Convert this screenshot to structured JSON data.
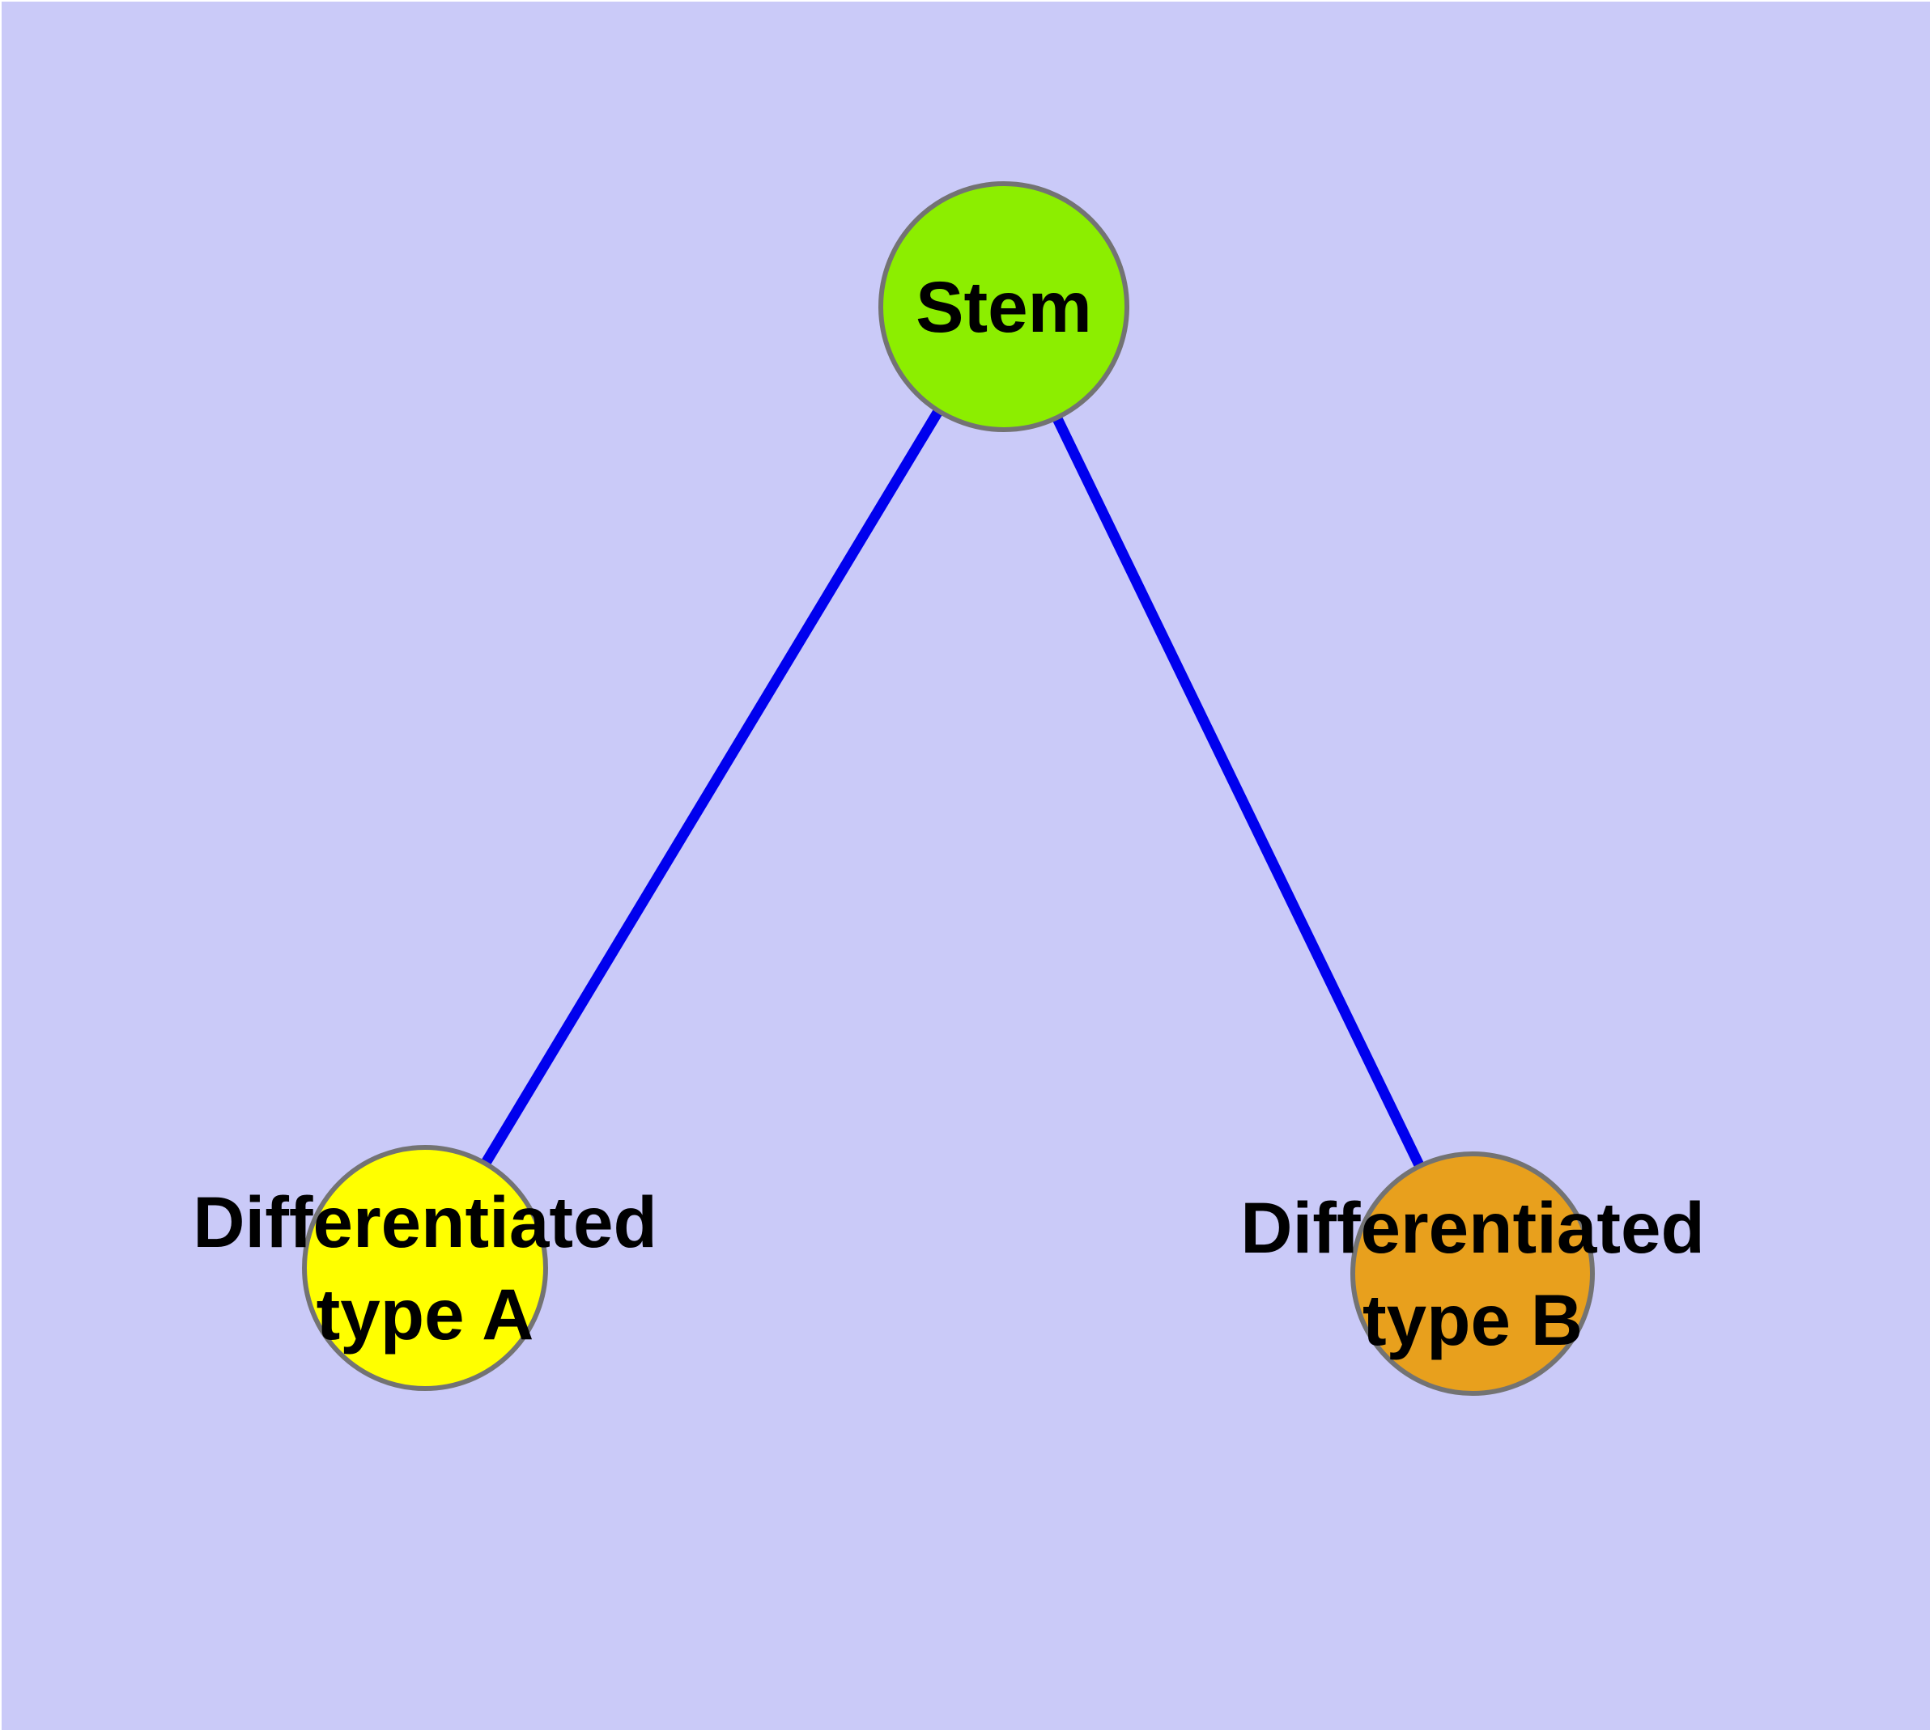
{
  "diagram": {
    "background_color": "#CACAF8",
    "edge_color": "#0000EE",
    "node_border_color": "#737373",
    "label_color": "#000000",
    "nodes": [
      {
        "id": "stem",
        "label": "Stem",
        "label_lines": [
          "Stem"
        ],
        "color": "#8CEE00"
      },
      {
        "id": "differentiated-type-a",
        "label": "Differentiated type A",
        "label_lines": [
          "Differentiated",
          "type A"
        ],
        "color": "#FFFF00"
      },
      {
        "id": "differentiated-type-b",
        "label": "Differentiated type B",
        "label_lines": [
          "Differentiated",
          "type B"
        ],
        "color": "#E8A01D"
      }
    ],
    "edges": [
      {
        "from": "stem",
        "to": "differentiated-type-a"
      },
      {
        "from": "stem",
        "to": "differentiated-type-b"
      }
    ]
  }
}
